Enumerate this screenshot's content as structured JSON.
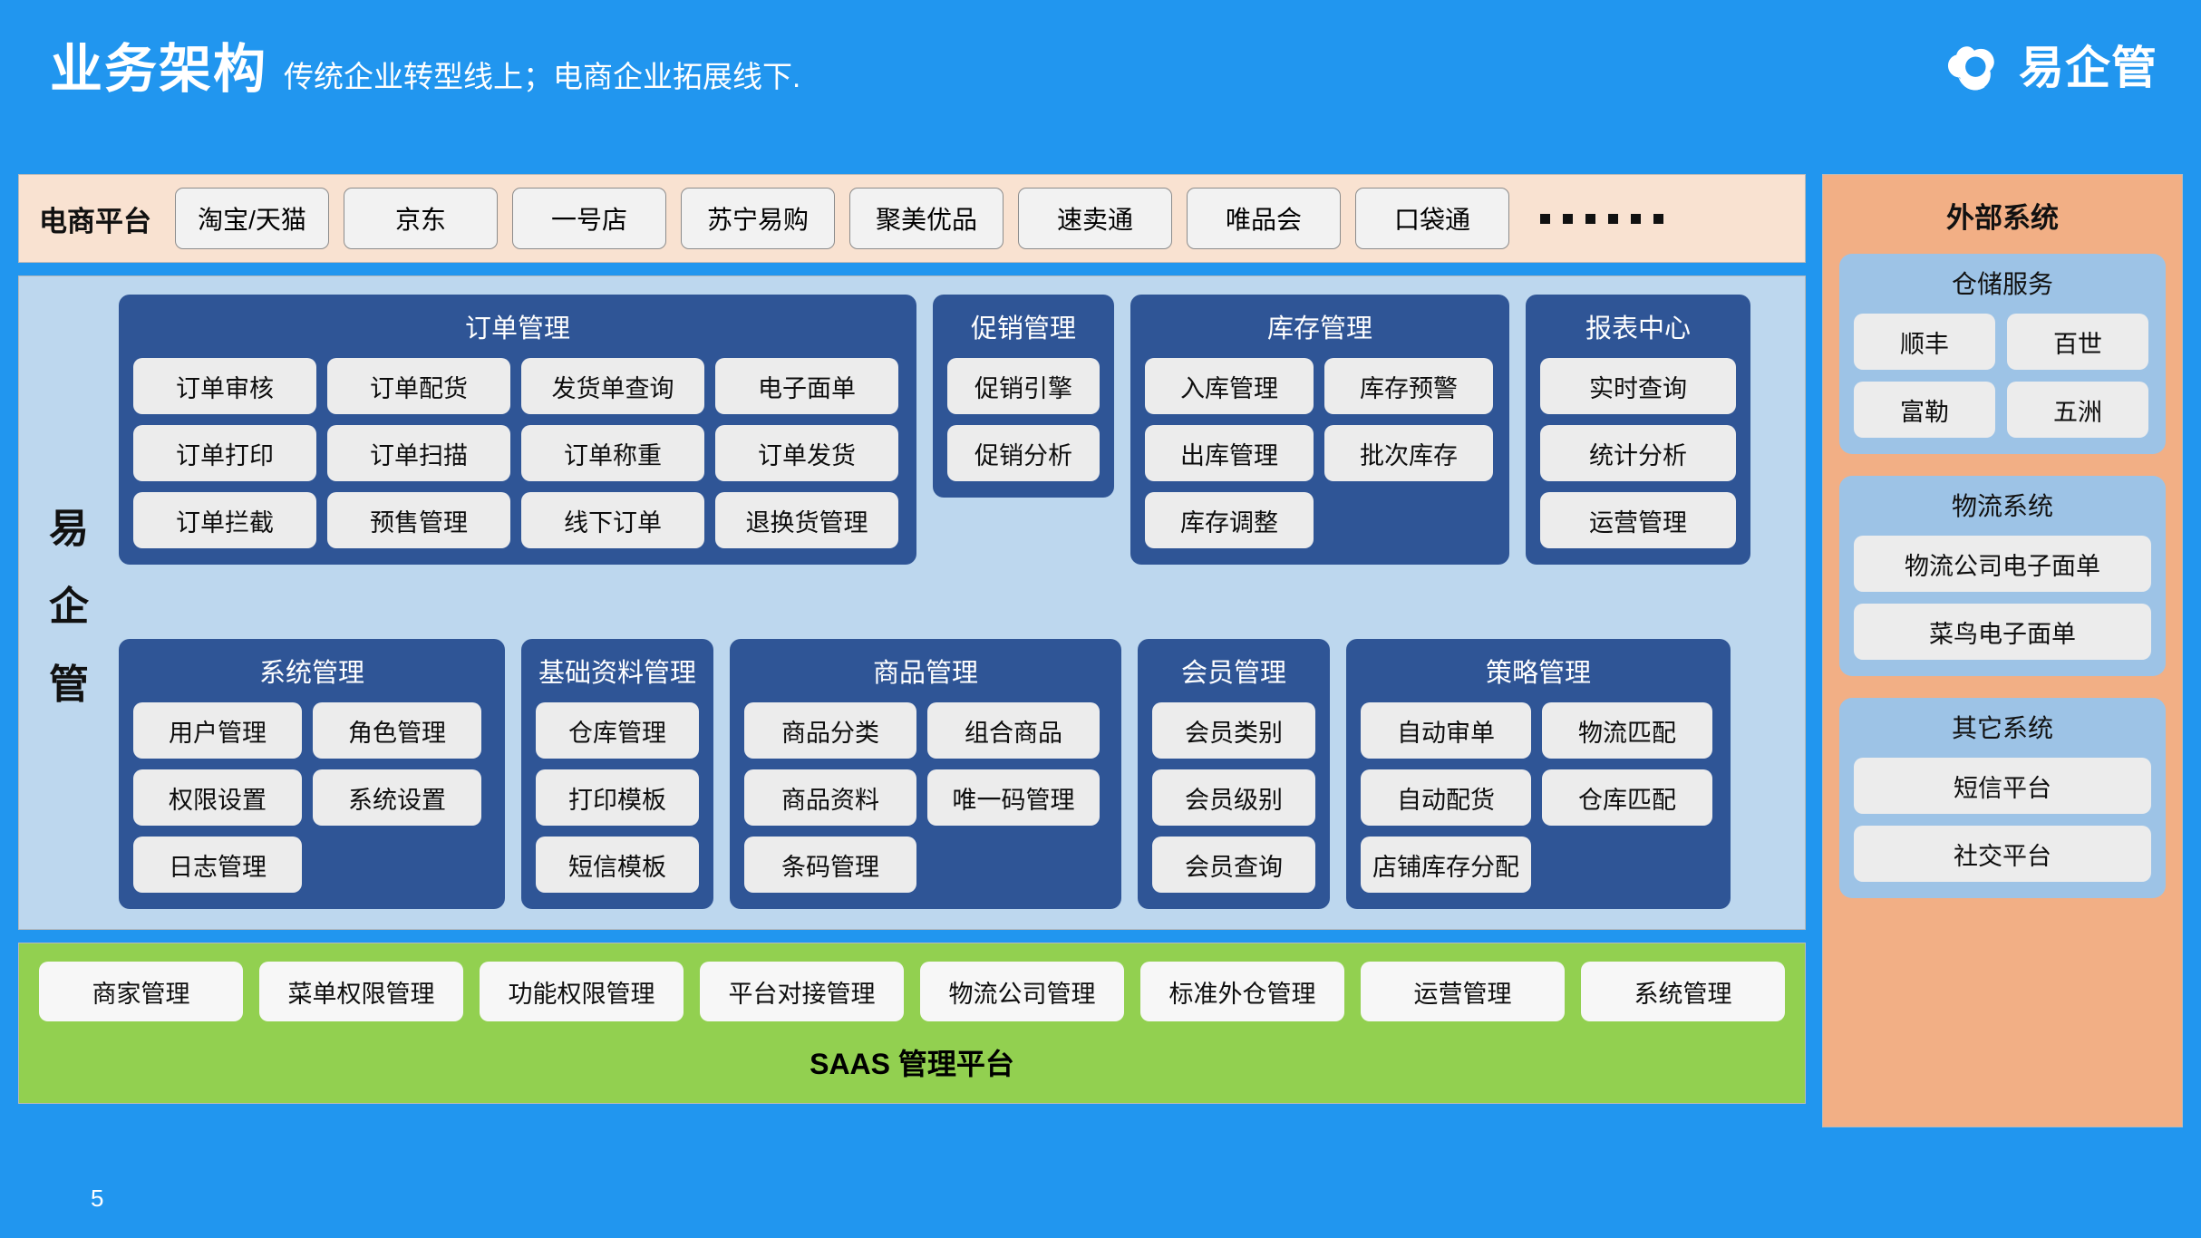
{
  "header": {
    "title": "业务架构",
    "subtitle": "传统企业转型线上；电商企业拓展线下.",
    "brand_name": "易企管",
    "brand_logo_icon": "cloud-circle-logo-icon",
    "background_color": "#2196EF"
  },
  "ecommerce": {
    "label": "电商平台",
    "platforms": [
      "淘宝/天猫",
      "京东",
      "一号店",
      "苏宁易购",
      "聚美优品",
      "速卖通",
      "唯品会",
      "口袋通"
    ],
    "ellipsis_dot_count": 6,
    "background_color": "#F9E2D1"
  },
  "core": {
    "vertical_brand": [
      "易",
      "企",
      "管"
    ],
    "background_color": "#BDD7EE",
    "panel_color": "#2F5596",
    "row1": [
      {
        "title": "订单管理",
        "items": [
          "订单审核",
          "订单配货",
          "发货单查询",
          "电子面单",
          "订单打印",
          "订单扫描",
          "订单称重",
          "订单发货",
          "订单拦截",
          "预售管理",
          "线下订单",
          "退换货管理"
        ]
      },
      {
        "title": "促销管理",
        "items": [
          "促销引擎",
          "促销分析"
        ]
      },
      {
        "title": "库存管理",
        "items": [
          "入库管理",
          "库存预警",
          "出库管理",
          "批次库存",
          "库存调整"
        ]
      },
      {
        "title": "报表中心",
        "items": [
          "实时查询",
          "统计分析",
          "运营管理"
        ]
      }
    ],
    "row2": [
      {
        "title": "系统管理",
        "items": [
          "用户管理",
          "角色管理",
          "权限设置",
          "系统设置",
          "日志管理"
        ]
      },
      {
        "title": "基础资料管理",
        "items": [
          "仓库管理",
          "打印模板",
          "短信模板"
        ]
      },
      {
        "title": "商品管理",
        "items": [
          "商品分类",
          "组合商品",
          "商品资料",
          "唯一码管理",
          "条码管理"
        ]
      },
      {
        "title": "会员管理",
        "items": [
          "会员类别",
          "会员级别",
          "会员查询"
        ]
      },
      {
        "title": "策略管理",
        "items": [
          "自动审单",
          "物流匹配",
          "自动配货",
          "仓库匹配",
          "店铺库存分配"
        ]
      }
    ]
  },
  "saas": {
    "title": "SAAS 管理平台",
    "background_color": "#92D050",
    "items": [
      "商家管理",
      "菜单权限管理",
      "功能权限管理",
      "平台对接管理",
      "物流公司管理",
      "标准外仓管理",
      "运营管理",
      "系统管理"
    ]
  },
  "external": {
    "title": "外部系统",
    "background_color": "#F2AF85",
    "group_color": "#9DC3E6",
    "groups": [
      {
        "title": "仓储服务",
        "layout": "two-col",
        "items": [
          "顺丰",
          "百世",
          "富勒",
          "五洲"
        ]
      },
      {
        "title": "物流系统",
        "layout": "one-col",
        "items": [
          "物流公司电子面单",
          "菜鸟电子面单"
        ]
      },
      {
        "title": "其它系统",
        "layout": "one-col",
        "items": [
          "短信平台",
          "社交平台"
        ]
      }
    ]
  },
  "footer": {
    "page_number": "5"
  }
}
